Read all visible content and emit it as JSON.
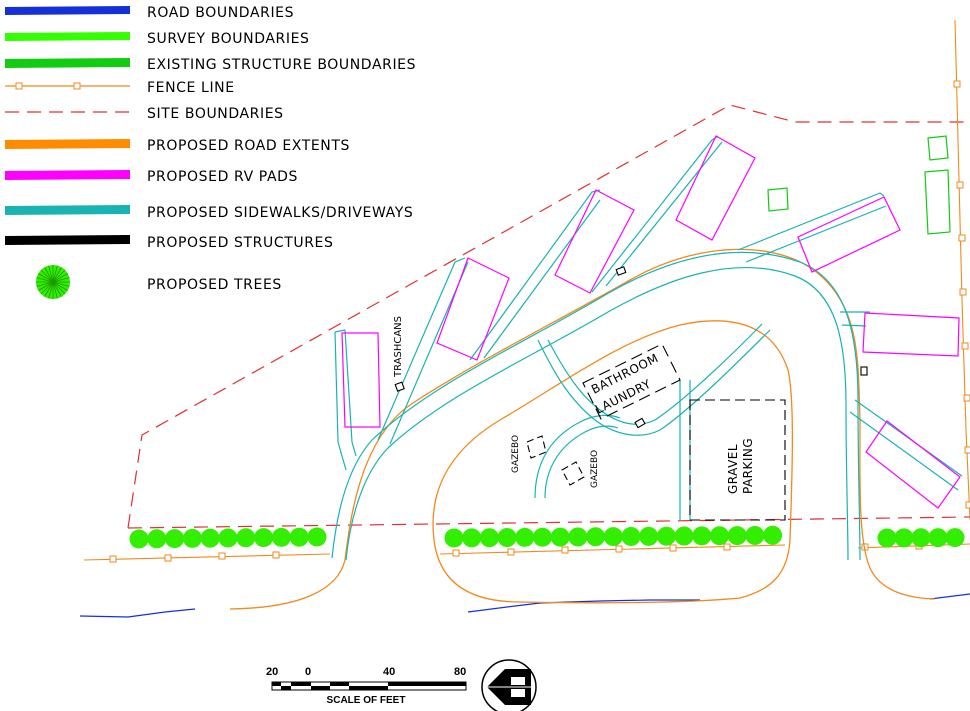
{
  "legend": [
    {
      "key": "road",
      "label": "ROAD BOUNDARIES",
      "color": "#1530d8"
    },
    {
      "key": "survey",
      "label": "SURVEY BOUNDARIES",
      "color": "#33ff00"
    },
    {
      "key": "existing",
      "label": "EXISTING STRUCTURE BOUNDARIES",
      "color": "#11cc11"
    },
    {
      "key": "fence",
      "label": "FENCE LINE",
      "color": "#f08a1c"
    },
    {
      "key": "site",
      "label": "SITE BOUNDARIES",
      "color": "#e03030"
    },
    {
      "key": "proposed_road",
      "label": "PROPOSED ROAD EXTENTS",
      "color": "#ff8c00"
    },
    {
      "key": "rv",
      "label": "PROPOSED RV PADS",
      "color": "#ff00ff"
    },
    {
      "key": "sidewalk",
      "label": "PROPOSED SIDEWALKS/DRIVEWAYS",
      "color": "#19b3b3"
    },
    {
      "key": "structures",
      "label": "PROPOSED STRUCTURES",
      "color": "#000000"
    },
    {
      "key": "trees",
      "label": "PROPOSED TREES",
      "color": "#33ee00"
    }
  ],
  "labels": {
    "trashcans": "TRASHCANS",
    "bathroom": "BATHROOM",
    "laundry": "LAUNDRY",
    "gazebo": "GAZEBO",
    "gravel": "GRAVEL",
    "parking": "PARKING"
  },
  "scale": {
    "ticks": [
      "20",
      "0",
      "40",
      "80"
    ],
    "title": "SCALE OF FEET"
  },
  "colors": {
    "road": "#1530d8",
    "site": "#e03030",
    "fence": "#f08a1c",
    "proposed_road": "#f08a1c",
    "sidewalk": "#19b3b3",
    "rv": "#ff00ff",
    "existing": "#11cc11",
    "tree": "#33ee00"
  },
  "icons": {
    "north_arrow": "north-arrow-icon",
    "tree": "tree-icon"
  }
}
